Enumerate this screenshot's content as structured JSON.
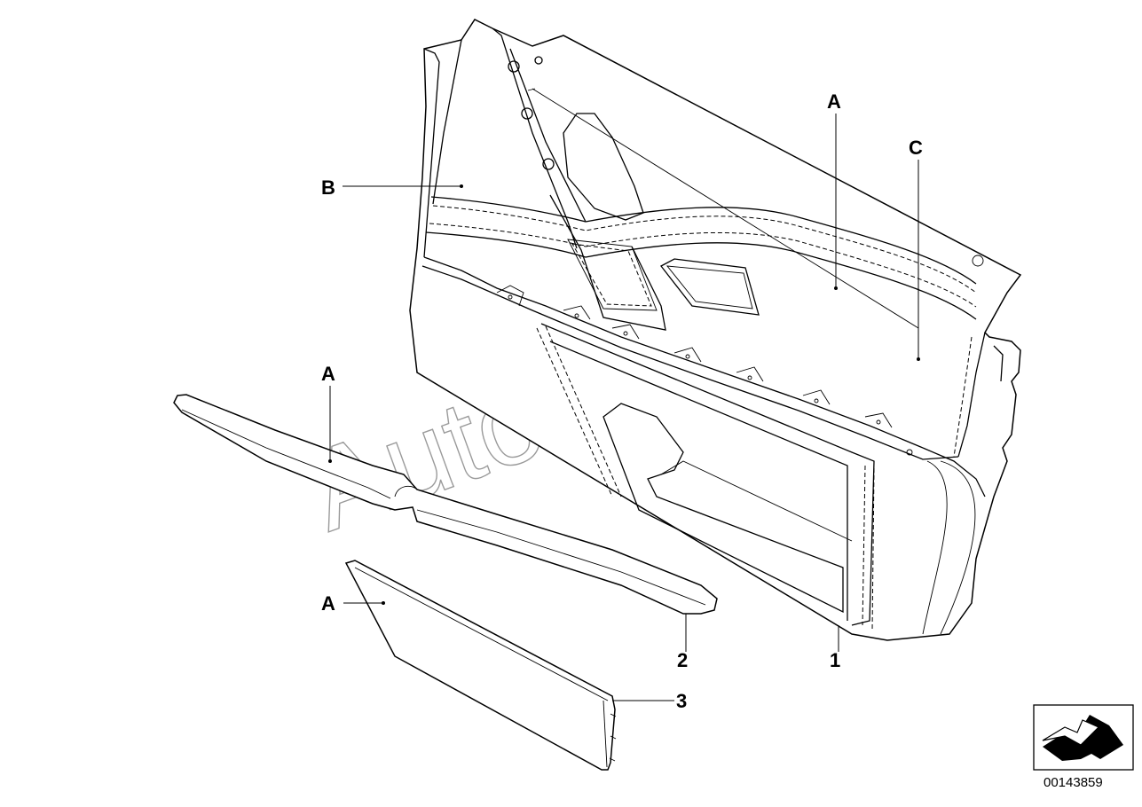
{
  "diagram": {
    "callouts": {
      "A_top": "A",
      "A_left": "A",
      "A_bottom": "A",
      "B": "B",
      "C": "C",
      "part_1": "1",
      "part_2": "2",
      "part_3": "3"
    },
    "watermark": "AutoSoft",
    "part_number": "00143859",
    "orientation_icon": "front-arrow-icon"
  }
}
